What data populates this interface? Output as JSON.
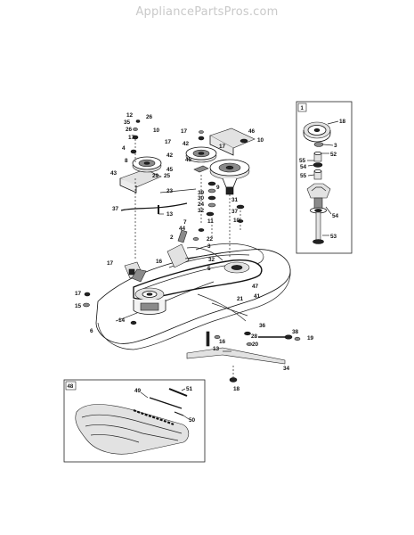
{
  "watermark": "AppliancePartsPros.com",
  "inset_1_label": "1",
  "inset_48_label": "48",
  "callouts": {
    "c12": "12",
    "c35": "35",
    "c26a": "26",
    "c26b": "26",
    "c10a": "10",
    "c17a": "17",
    "c17b": "17",
    "c4": "4",
    "c42a": "42",
    "c45a": "45",
    "c29": "29",
    "c25": "25",
    "c8": "8",
    "c43": "43",
    "c23": "23",
    "c37a": "37",
    "c13": "13",
    "c17c": "17",
    "c42b": "42",
    "c17d": "17",
    "c46": "46",
    "c10b": "10",
    "c45b": "45",
    "c39": "39",
    "c30": "30",
    "c24": "24",
    "c32a": "32",
    "c9": "9",
    "c31": "31",
    "c37b": "37",
    "c10c": "10",
    "c7": "7",
    "c44": "44",
    "c11": "11",
    "c2": "2",
    "c22": "22",
    "c3a": "3",
    "c32b": "32",
    "c5": "5",
    "c16a": "16",
    "c17e": "17",
    "c17f": "17",
    "c15": "15",
    "c6": "6",
    "c14": "14",
    "c47": "47",
    "c41": "41",
    "c21": "21",
    "c36": "36",
    "c28": "28",
    "c38": "38",
    "c20": "20",
    "c19": "19",
    "c16b": "16",
    "c13b": "13",
    "c34": "34",
    "c18": "18",
    "c49": "49",
    "c51": "51",
    "c50": "50",
    "i18": "18",
    "i3": "3",
    "i52": "52",
    "i55a": "55",
    "i54a": "54",
    "i55b": "55",
    "i54b": "54",
    "i53": "53"
  }
}
